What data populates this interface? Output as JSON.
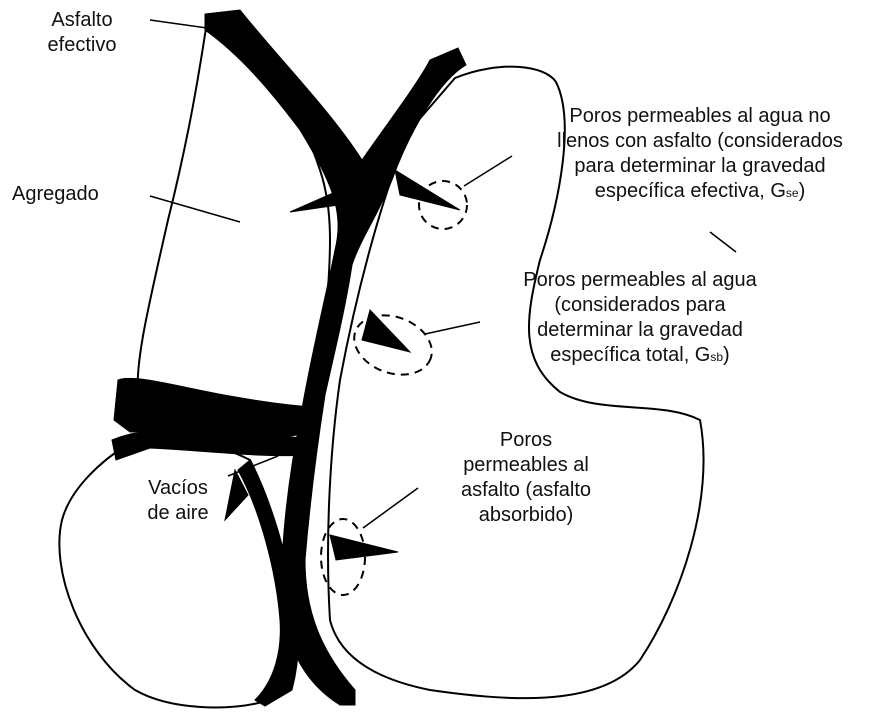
{
  "labels": {
    "asfalto_efectivo": [
      "Asfalto",
      "efectivo"
    ],
    "agregado": "Agregado",
    "poros_no_llenos": {
      "lines": [
        "Poros permeables al agua no",
        "llenos con asfalto (considerados",
        "para determinar la gravedad"
      ],
      "last_prefix": "específica efectiva, G",
      "last_sub": "se",
      "last_suffix": ")"
    },
    "poros_agua": {
      "lines": [
        "Poros permeables al agua",
        "(considerados para",
        "determinar la gravedad"
      ],
      "last_prefix": "específica total, G",
      "last_sub": "sb",
      "last_suffix": ")"
    },
    "poros_asfalto": [
      "Poros",
      "permeables al",
      "asfalto (asfalto",
      "absorbido)"
    ],
    "vacios": [
      "Vacíos",
      "de aire"
    ]
  },
  "colors": {
    "ink": "#000000",
    "paper": "#ffffff"
  }
}
